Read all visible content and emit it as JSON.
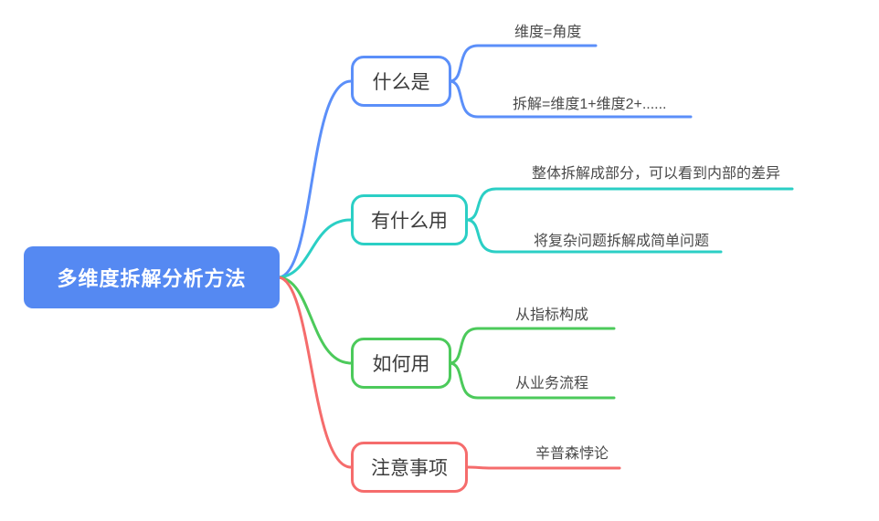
{
  "root": {
    "label": "多维度拆解分析方法",
    "fill": "#5589F2",
    "text_color": "#FFFFFF"
  },
  "branches": [
    {
      "label": "什么是",
      "color": "#5B8FF9",
      "children": [
        {
          "label": "维度=角度"
        },
        {
          "label": "拆解=维度1+维度2+......"
        }
      ]
    },
    {
      "label": "有什么用",
      "color": "#2BCFC5",
      "children": [
        {
          "label": "整体拆解成部分，可以看到内部的差异"
        },
        {
          "label": "将复杂问题拆解成简单问题"
        }
      ]
    },
    {
      "label": "如何用",
      "color": "#4CCA5B",
      "children": [
        {
          "label": "从指标构成"
        },
        {
          "label": "从业务流程"
        }
      ]
    },
    {
      "label": "注意事项",
      "color": "#F56C6C",
      "children": [
        {
          "label": "辛普森悖论"
        }
      ]
    }
  ]
}
